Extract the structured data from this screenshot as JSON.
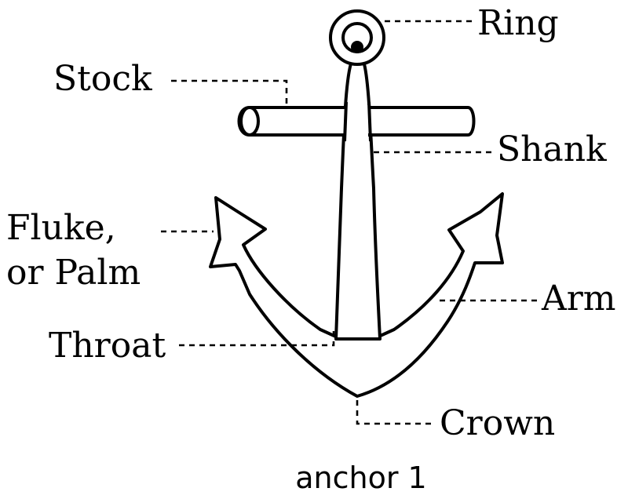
{
  "labels": {
    "ring": "Ring",
    "stock": "Stock",
    "shank": "Shank",
    "fluke_line1": "Fluke,",
    "fluke_line2": "or Palm",
    "arm": "Arm",
    "throat": "Throat",
    "crown": "Crown"
  },
  "caption": "anchor 1",
  "colors": {
    "ink": "#000000",
    "background": "#ffffff"
  }
}
